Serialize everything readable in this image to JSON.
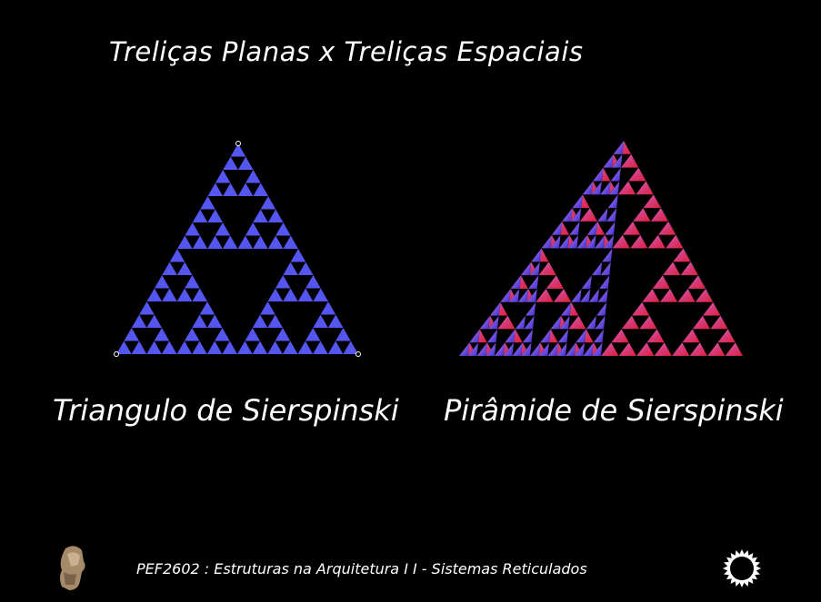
{
  "slide": {
    "title": "Treliças Planas x Treliças Espaciais",
    "left_caption": "Triangulo de Sierspinski",
    "right_caption": "Pirâmide de Sierspinski",
    "footer": "PEF2602 : Estruturas na Arquitetura I I - Sistemas Reticulados"
  },
  "colors": {
    "background": "#000000",
    "text": "#ffffff",
    "triangle_fill": "#5555f0",
    "pyramid_left_face": "#4a3fd8",
    "pyramid_top_face": "#b58ad8",
    "pyramid_right_face": "#cc2255",
    "pyramid_right_edge": "#22aa66"
  },
  "icons": {
    "bottom_left": "bronze-head-logo-icon",
    "bottom_right": "sun-ring-logo-icon"
  }
}
